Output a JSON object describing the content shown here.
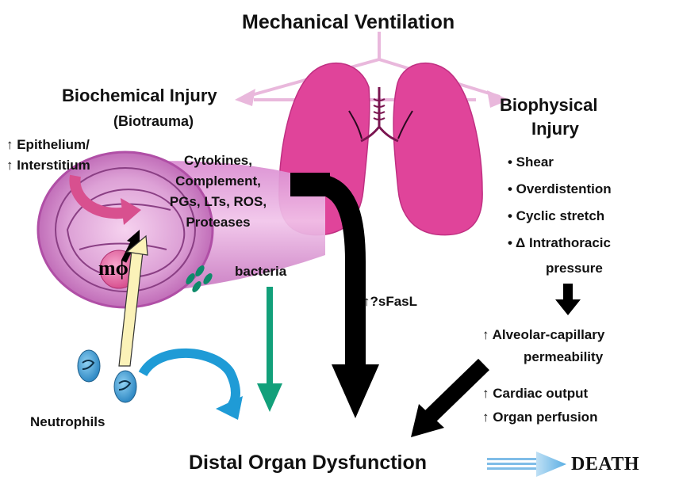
{
  "title": "Mechanical Ventilation",
  "biochemical": {
    "line1": "Biochemical Injury",
    "line2": "(Biotrauma)"
  },
  "biophysical": {
    "line1": "Biophysical",
    "line2": "Injury",
    "bullets": [
      "• Shear",
      "• Overdistention",
      "• Cyclic stretch",
      "• Δ Intrathoracic"
    ],
    "bullet_cont": "pressure"
  },
  "epithelium": {
    "line1": "↑ Epithelium/",
    "line2": "↑ Interstitium"
  },
  "mediators": [
    "Cytokines,",
    "Complement,",
    "PGs, LTs, ROS,",
    "Proteases"
  ],
  "macrophage": "mϕ",
  "bacteria": "bacteria",
  "sfasl": "↑?sFasL",
  "permeability": {
    "line1": "↑ Alveolar-capillary",
    "line2": "permeability"
  },
  "cardiac": "↑ Cardiac output",
  "perfusion": "↑ Organ perfusion",
  "neutrophils": "Neutrophils",
  "distal": "Distal Organ Dysfunction",
  "death": "DEATH",
  "colors": {
    "lung": "#e0449a",
    "vessel": "#d37ac8",
    "arrow_black": "#000000",
    "arrow_teal": "#12a07a",
    "arrow_blue": "#1f9bd6",
    "arrow_yellow": "#fbf2b8",
    "arrow_lightpink": "#e9b8dc",
    "death_arrow": "#8fc7ea"
  }
}
